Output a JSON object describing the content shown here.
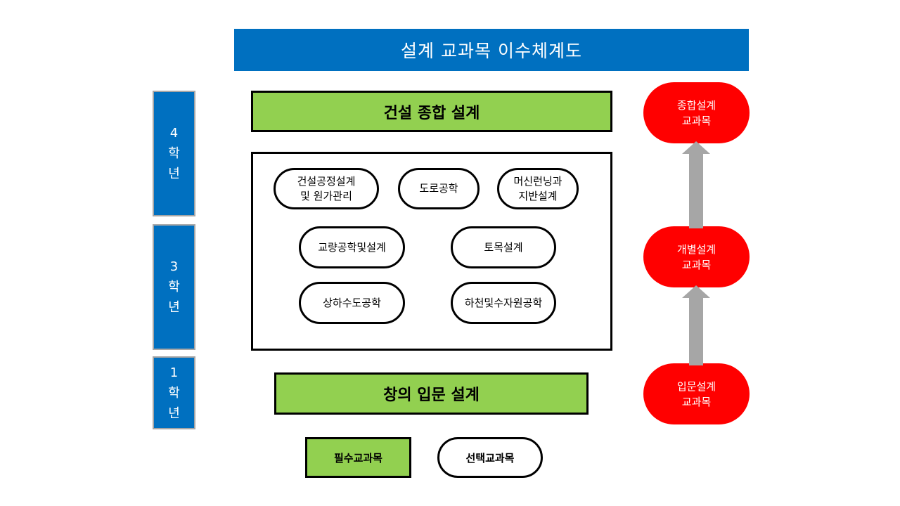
{
  "title": "설계 교과목 이수체계도",
  "years": {
    "year4": {
      "num": "4",
      "c1": "학",
      "c2": "년"
    },
    "year3": {
      "num": "3",
      "c1": "학",
      "c2": "년"
    },
    "year1": {
      "num": "1",
      "c1": "학",
      "c2": "년"
    }
  },
  "required": {
    "capstone": "건설 종합 설계",
    "intro": "창의 입문 설계"
  },
  "electives": {
    "construction_process_line1": "건설공정설계",
    "construction_process_line2": "및 원가관리",
    "road": "도로공학",
    "ml_line1": "머신런닝과",
    "ml_line2": "지반설계",
    "bridge": "교량공학및설계",
    "civil_design": "토목설계",
    "water_supply": "상하수도공학",
    "river": "하천및수자원공학"
  },
  "stages": {
    "comprehensive": {
      "line1": "종합설계",
      "line2": "교과목"
    },
    "individual": {
      "line1": "개별설계",
      "line2": "교과목"
    },
    "introductory": {
      "line1": "입문설계",
      "line2": "교과목"
    }
  },
  "legend": {
    "required": "필수교과목",
    "elective": "선택교과목"
  },
  "colors": {
    "header_blue": "#0070C0",
    "required_green": "#92D050",
    "stage_red": "#FF0000",
    "arrow_gray": "#A6A6A6"
  }
}
